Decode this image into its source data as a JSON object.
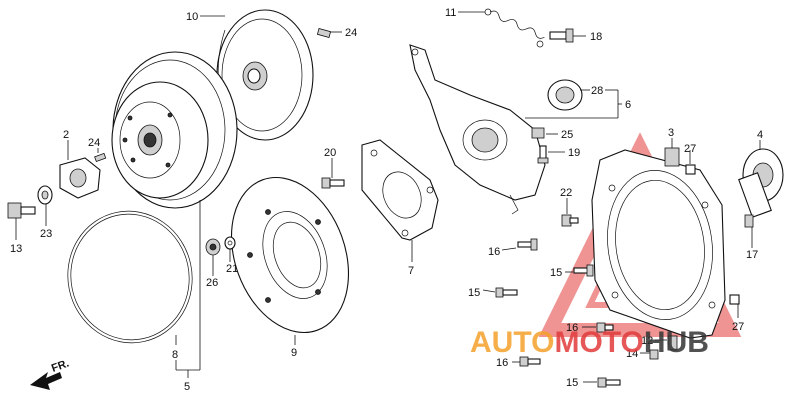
{
  "callouts": {
    "c10": "10",
    "c24a": "24",
    "c11": "11",
    "c18": "18",
    "c28": "28",
    "c6": "6",
    "c2": "2",
    "c24b": "24",
    "c3": "3",
    "c27a": "27",
    "c4": "4",
    "c25": "25",
    "c20": "20",
    "c19": "19",
    "c22": "22",
    "c13": "13",
    "c23": "23",
    "c16a": "16",
    "c17": "17",
    "c15a": "15",
    "c26": "26",
    "c21": "21",
    "c15b": "15",
    "c7": "7",
    "c9": "9",
    "c8": "8",
    "c5": "5",
    "c16b": "16",
    "c27b": "27",
    "c12": "12",
    "c14": "14",
    "c16c": "16",
    "c15c": "15"
  },
  "direction_label": "FR.",
  "watermark": {
    "part1": "AUTO",
    "part2": "MOTO",
    "part3": "HUB",
    "color_orange": "#f4a12a",
    "color_red": "#e23b3b",
    "color_dark": "#333333"
  }
}
